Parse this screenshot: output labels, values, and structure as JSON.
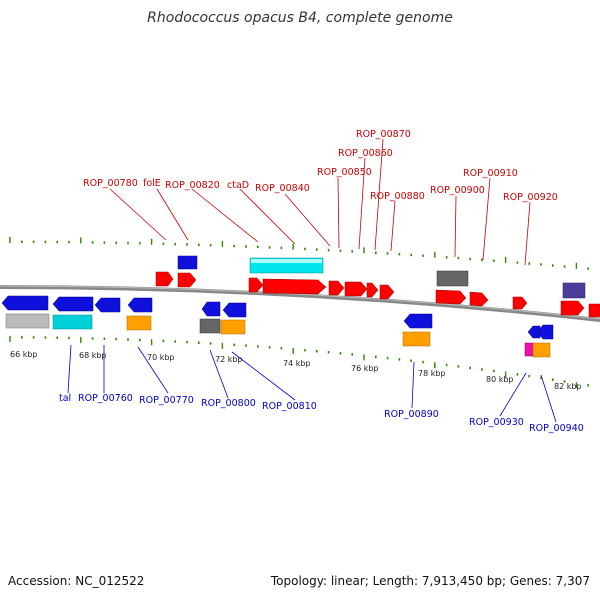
{
  "title": "Rhodococcus opacus B4, complete genome",
  "footer": {
    "accession": "Accession: NC_012522",
    "summary": "Topology: linear; Length: 7,913,450 bp; Genes: 7,307"
  },
  "colors": {
    "forward_label": "#cc0000",
    "reverse_label": "#0000cc",
    "forward_gene": "#ff0000",
    "reverse_gene": "#0000ee",
    "tick": "#2e8b00",
    "backbone": "#888888"
  },
  "scale_labels": [
    "66 kbp",
    "68 kbp",
    "70 kbp",
    "72 kbp",
    "74 kbp",
    "76 kbp",
    "78 kbp",
    "80 kbp",
    "82 kbp"
  ],
  "forward_labels": [
    "ROP_00780",
    "folE",
    "ROP_00820",
    "ctaD",
    "ROP_00840",
    "ROP_00850",
    "ROP_00860",
    "ROP_00870",
    "ROP_00880",
    "ROP_00900",
    "ROP_00910",
    "ROP_00920"
  ],
  "reverse_labels": [
    "tal",
    "ROP_00760",
    "ROP_00770",
    "ROP_00800",
    "ROP_00810",
    "ROP_00890",
    "ROP_00930",
    "ROP_00940"
  ]
}
